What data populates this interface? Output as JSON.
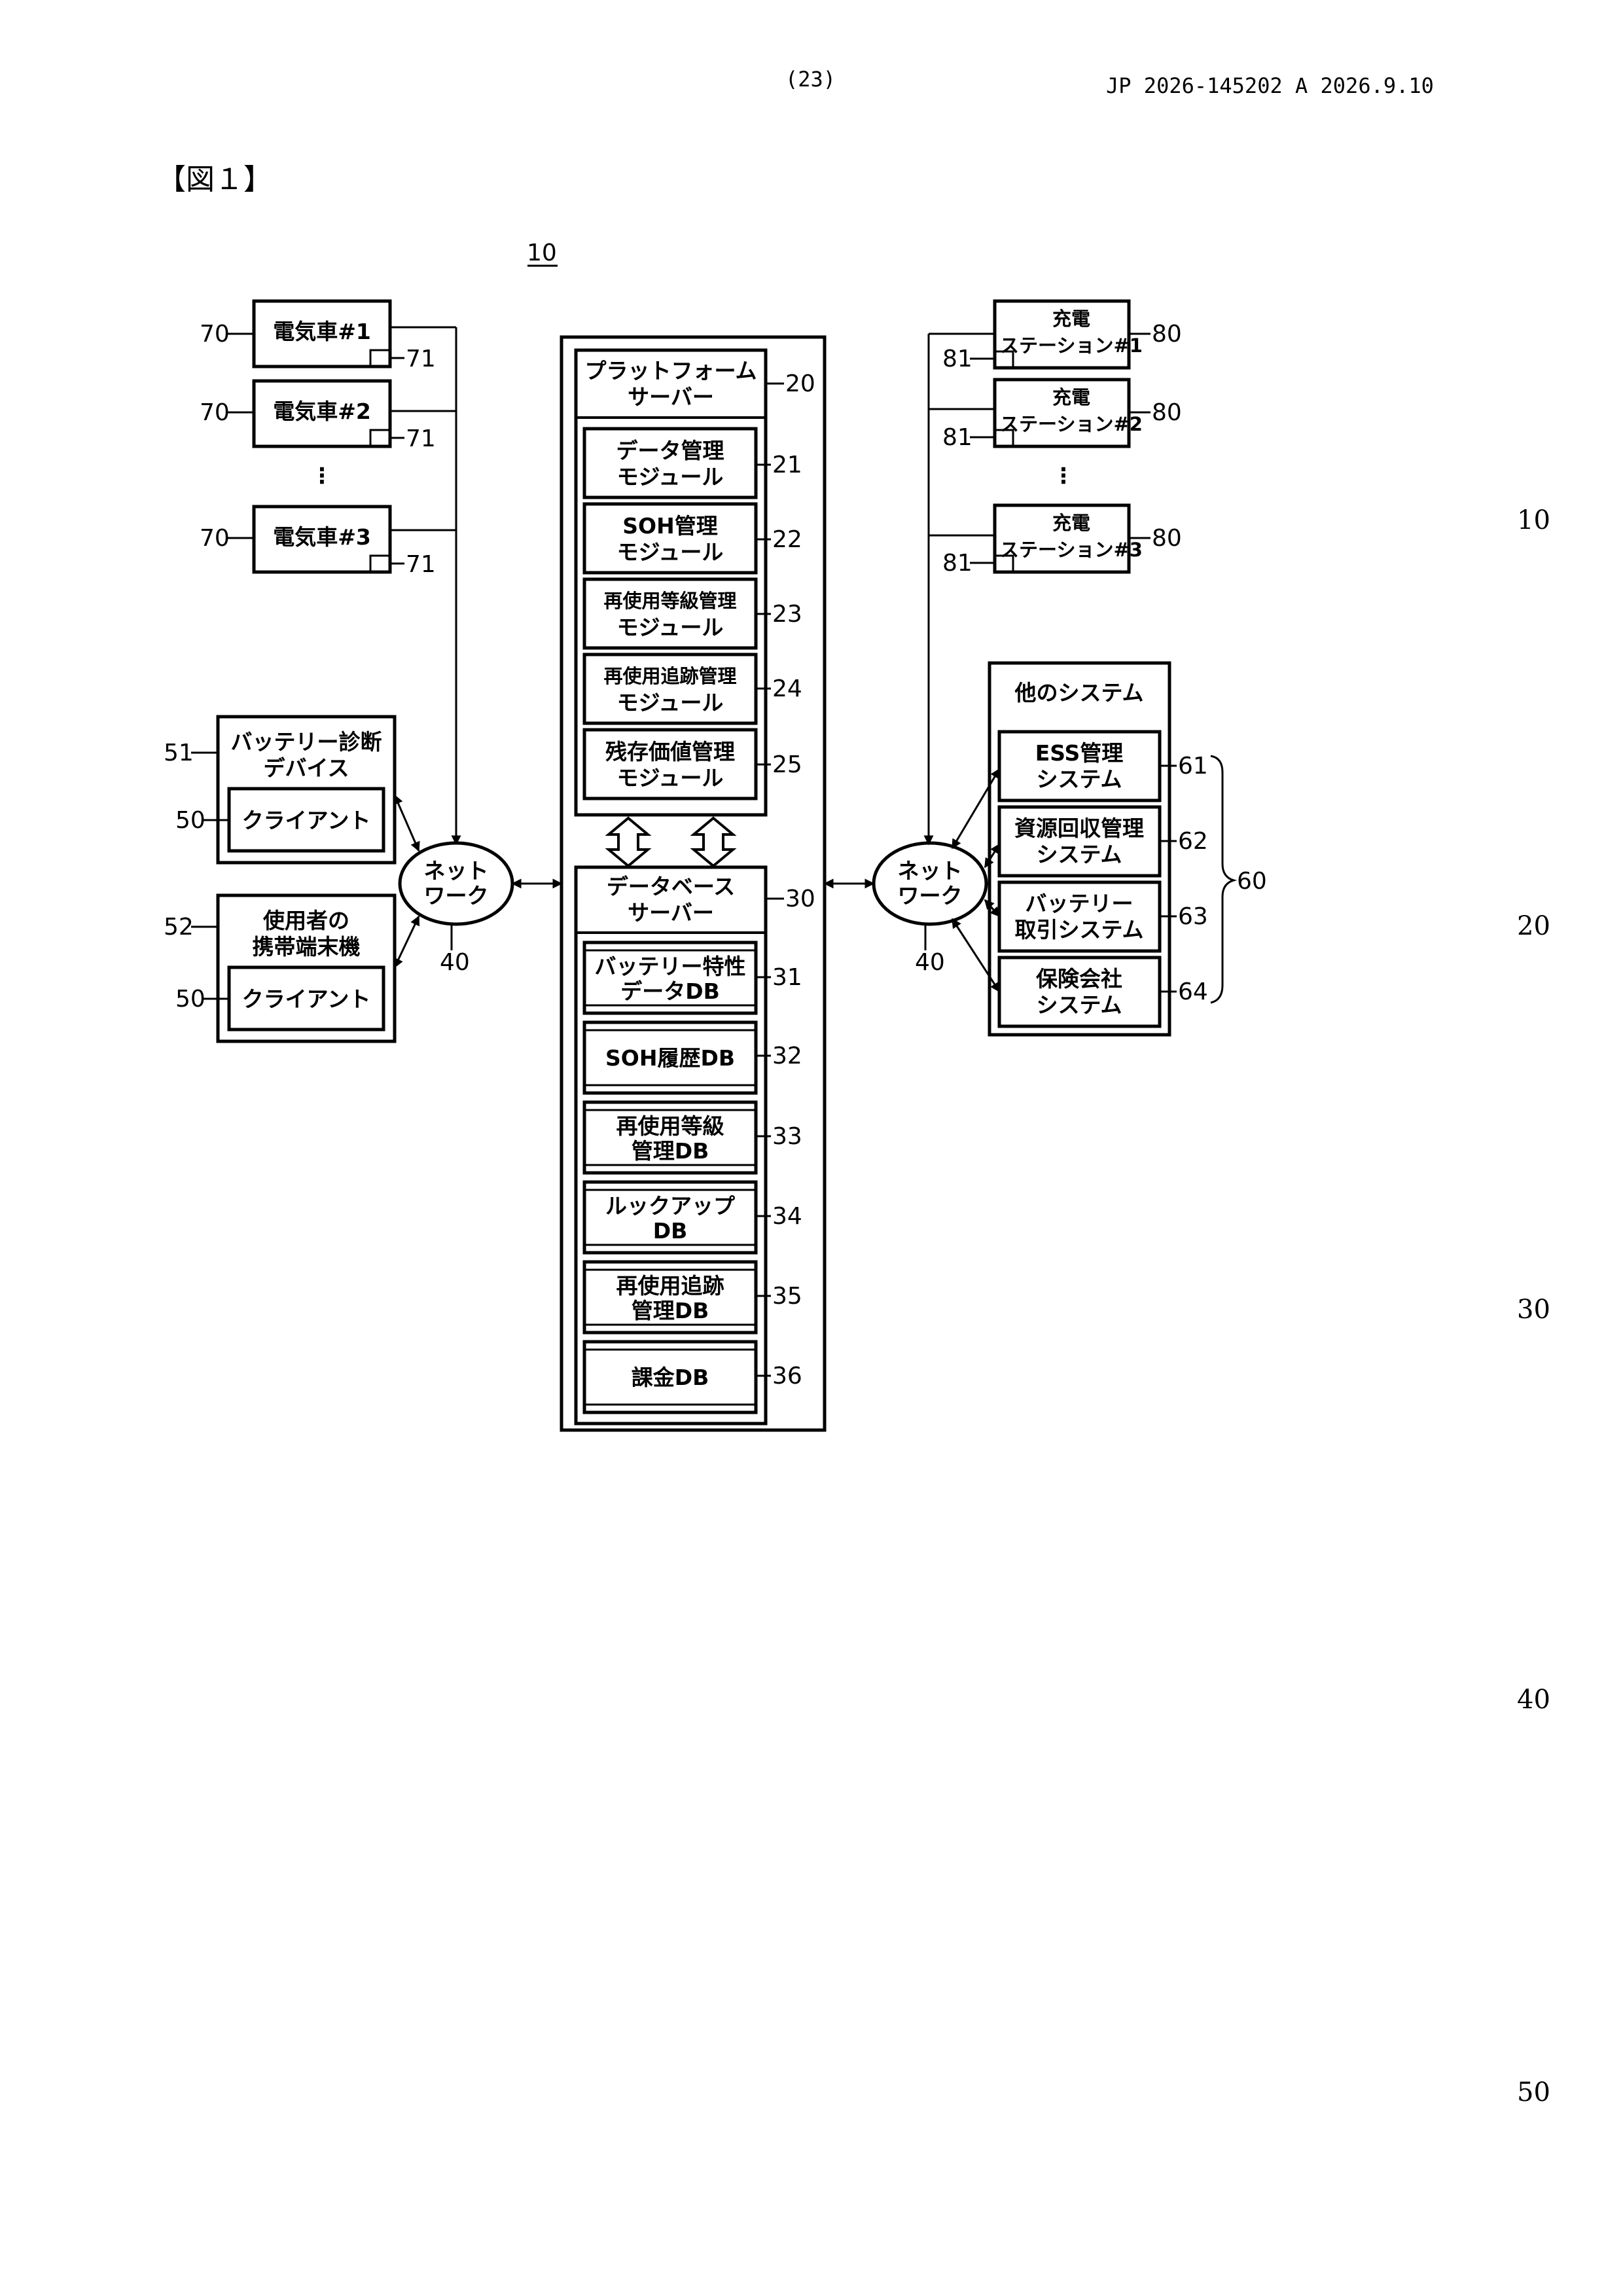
{
  "header": {
    "page_no": "(23)",
    "pub_info": "JP  2026-145202  A  2026.9.10"
  },
  "figure_label": "【図１】",
  "line_numbers": [
    "10",
    "20",
    "30",
    "40",
    "50"
  ],
  "diagram": {
    "system_ref": "10",
    "evs": [
      {
        "label": "電気車#1",
        "ref": "70",
        "sub_ref": "71"
      },
      {
        "label": "電気車#2",
        "ref": "70",
        "sub_ref": "71"
      },
      {
        "label": "電気車#3",
        "ref": "70",
        "sub_ref": "71"
      }
    ],
    "stations": [
      {
        "line1": "充電",
        "line2": "ステーション#1",
        "ref": "80",
        "sub_ref": "81"
      },
      {
        "line1": "充電",
        "line2": "ステーション#2",
        "ref": "80",
        "sub_ref": "81"
      },
      {
        "line1": "充電",
        "line2": "ステーション#3",
        "ref": "80",
        "sub_ref": "81"
      }
    ],
    "ellipsis": "⋮",
    "platform_server": {
      "line1": "プラットフォーム",
      "line2": "サーバー",
      "ref": "20"
    },
    "modules": [
      {
        "line1": "データ管理",
        "line2": "モジュール",
        "ref": "21"
      },
      {
        "line1": "SOH管理",
        "line2": "モジュール",
        "ref": "22"
      },
      {
        "line1": "再使用等級管理",
        "line2": "モジュール",
        "ref": "23"
      },
      {
        "line1": "再使用追跡管理",
        "line2": "モジュール",
        "ref": "24"
      },
      {
        "line1": "残存価値管理",
        "line2": "モジュール",
        "ref": "25"
      }
    ],
    "db_server": {
      "line1": "データベース",
      "line2": "サーバー",
      "ref": "30"
    },
    "dbs": [
      {
        "line1": "バッテリー特性",
        "line2": "データDB",
        "ref": "31"
      },
      {
        "line1": "SOH履歴DB",
        "line2": "",
        "ref": "32"
      },
      {
        "line1": "再使用等級",
        "line2": "管理DB",
        "ref": "33"
      },
      {
        "line1": "ルックアップ",
        "line2": "DB",
        "ref": "34"
      },
      {
        "line1": "再使用追跡",
        "line2": "管理DB",
        "ref": "35"
      },
      {
        "line1": "課金DB",
        "line2": "",
        "ref": "36"
      }
    ],
    "network_left": {
      "line1": "ネット",
      "line2": "ワーク",
      "ref": "40"
    },
    "network_right": {
      "line1": "ネット",
      "line2": "ワーク",
      "ref": "40"
    },
    "device": {
      "line1": "バッテリー診断",
      "line2": "デバイス",
      "ref": "51",
      "client": "クライアント",
      "client_ref": "50"
    },
    "terminal": {
      "line1": "使用者の",
      "line2": "携帯端末機",
      "ref": "52",
      "client": "クライアント",
      "client_ref": "50"
    },
    "other_systems": {
      "title": "他のシステム",
      "group_ref": "60",
      "items": [
        {
          "line1": "ESS管理",
          "line2": "システム",
          "ref": "61"
        },
        {
          "line1": "資源回収管理",
          "line2": "システム",
          "ref": "62"
        },
        {
          "line1": "バッテリー",
          "line2": "取引システム",
          "ref": "63"
        },
        {
          "line1": "保険会社",
          "line2": "システム",
          "ref": "64"
        }
      ]
    }
  }
}
